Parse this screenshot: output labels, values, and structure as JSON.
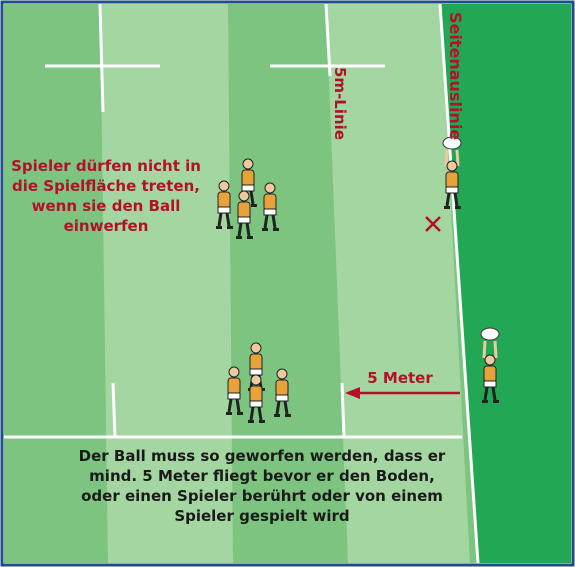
{
  "labels": {
    "line_5m": "5m-Linie",
    "sideline": "Seitenauslinie",
    "distance": "5 Meter",
    "rule_feet": "Spieler dürfen nicht in die Spielfläche treten, wenn sie den Ball einwerfen",
    "rule_throw": "Der Ball muss so geworfen werden, dass er mind. 5 Meter fliegt bevor er den Boden, oder einen Spieler berührt oder von einem Spieler gespielt wird"
  },
  "colors": {
    "field_dark": "#7cc47f",
    "field_light": "#a4d6a1",
    "out_of_play": "#22a854",
    "annotation_red": "#b3102a",
    "jersey": "#e8a23a",
    "frame": "#1c4f82"
  }
}
